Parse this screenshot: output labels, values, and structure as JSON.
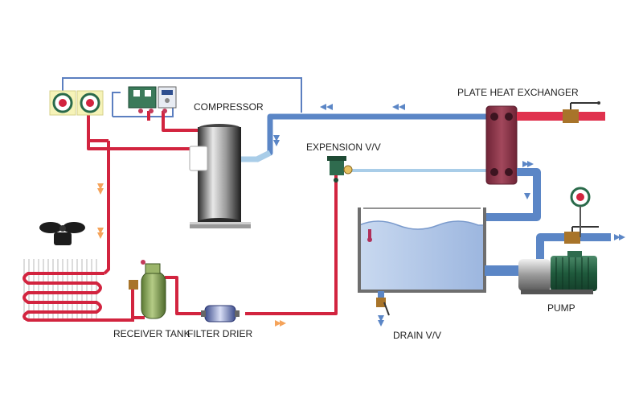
{
  "labels": {
    "compressor": "COMPRESSOR",
    "plate_heat_exchanger": "PLATE HEAT EXCHANGER",
    "expansion_valve": "EXPENSION V/V",
    "receiver_tank": "RECEIVER TANK",
    "filter_drier": "FILTER DRIER",
    "drain_valve": "DRAIN V/V",
    "pump": "PUMP"
  },
  "colors": {
    "hot_line": "#d2243f",
    "cold_line": "#5b86c6",
    "light_line": "#a9cde8",
    "tank_water": "#b9cdea",
    "tank_wall": "#6e6e6e",
    "heat_exchanger": "#8a3447",
    "receiver_tank": "#8aa65a",
    "pump_body": "#2f6b4e",
    "arrow": "#f5a35a"
  },
  "icons": {
    "gauge": "pressure-gauge-icon",
    "fan": "condenser-fan-icon",
    "arrow": "flow-arrow-icon"
  }
}
